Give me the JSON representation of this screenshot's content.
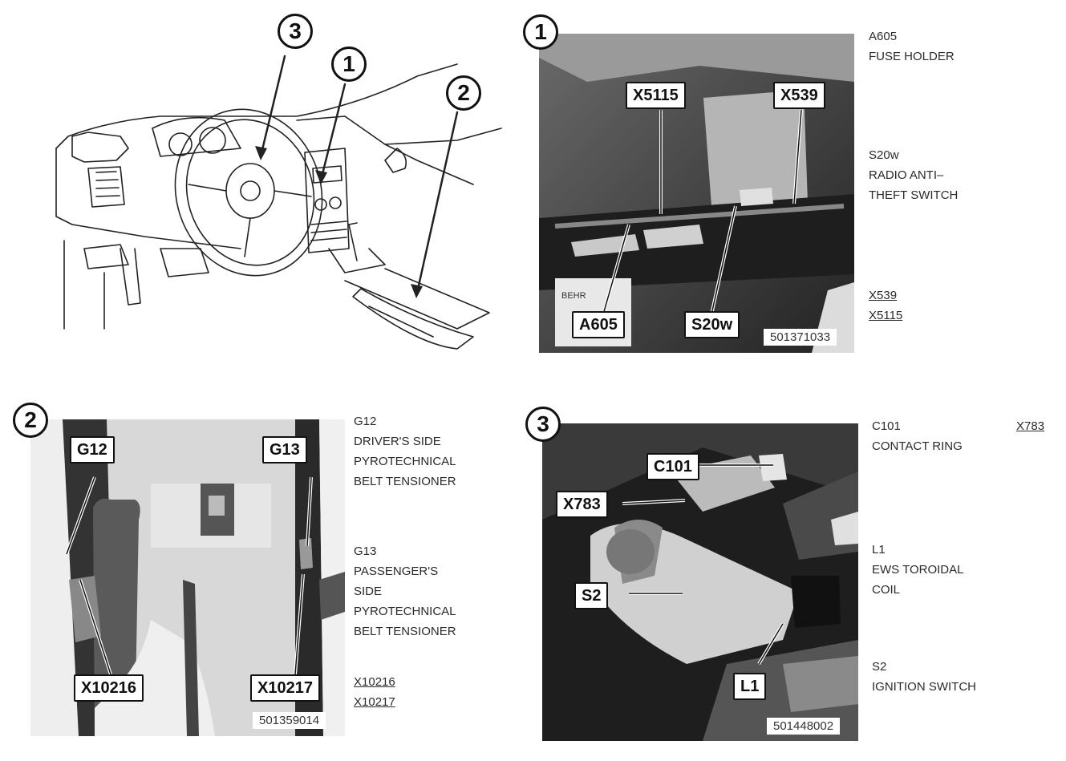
{
  "overview": {
    "markers": [
      "3",
      "1",
      "2"
    ]
  },
  "panels": [
    {
      "marker": "1",
      "doc_number": "501371033",
      "callouts": [
        "X5115",
        "X539",
        "A605",
        "S20w"
      ],
      "photo_text": "BEHR",
      "captions": [
        {
          "lines": [
            "A605",
            "FUSE HOLDER"
          ]
        },
        {
          "lines": [
            "S20w",
            "RADIO ANTI–",
            "THEFT SWITCH"
          ]
        }
      ],
      "connectors": [
        "X539",
        "X5115"
      ]
    },
    {
      "marker": "2",
      "doc_number": "501359014",
      "callouts": [
        "G12",
        "G13",
        "X10216",
        "X10217"
      ],
      "captions": [
        {
          "lines": [
            "G12",
            "DRIVER'S SIDE",
            "PYROTECHNICAL",
            "BELT TENSIONER"
          ]
        },
        {
          "lines": [
            "G13",
            "PASSENGER'S",
            "SIDE",
            "PYROTECHNICAL",
            "BELT TENSIONER"
          ]
        }
      ],
      "connectors": [
        "X10216",
        "X10217"
      ]
    },
    {
      "marker": "3",
      "doc_number": "501448002",
      "callouts": [
        "C101",
        "X783",
        "S2",
        "L1"
      ],
      "captions": [
        {
          "lines": [
            "C101",
            "CONTACT RING"
          ]
        },
        {
          "lines": [
            "L1",
            "EWS TOROIDAL",
            "COIL"
          ]
        },
        {
          "lines": [
            "S2",
            "IGNITION SWITCH"
          ]
        }
      ],
      "connectors": [
        "X783"
      ]
    }
  ]
}
